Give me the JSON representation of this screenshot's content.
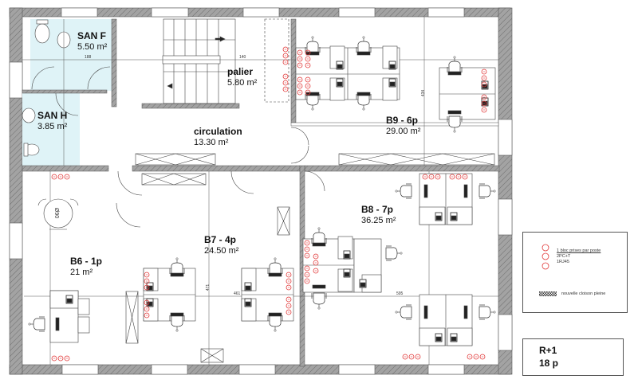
{
  "plan": {
    "floor_level": "R+1",
    "occupancy": "18 p",
    "colors": {
      "wall_fill": "#9a9a9a",
      "wall_hatch": "#6e6e6e",
      "sanitary_fill": "#dff3f7",
      "outlet_red": "#e23b3b",
      "line": "#333333"
    },
    "rooms": [
      {
        "id": "san-f",
        "name": "SAN F",
        "area": "5.50 m²"
      },
      {
        "id": "san-h",
        "name": "SAN H",
        "area": "3.85 m²"
      },
      {
        "id": "palier",
        "name": "palier",
        "area": "5.80 m²"
      },
      {
        "id": "circulation",
        "name": "circulation",
        "area": "13.30 m²"
      },
      {
        "id": "b9",
        "name": "B9 - 6p",
        "area": "29.00 m²"
      },
      {
        "id": "b6",
        "name": "B6 - 1p",
        "area": "21 m²"
      },
      {
        "id": "b7",
        "name": "B7 - 4p",
        "area": "24.50 m²"
      },
      {
        "id": "b8",
        "name": "B8 - 7p",
        "area": "36.25 m²"
      }
    ],
    "dimensions": {
      "san_f_width": "188",
      "palier_width": "140",
      "b7_width": "461",
      "b7_height": "471",
      "b8_width": "595",
      "b9_height": "434",
      "table_diameter": "Ø90"
    }
  },
  "legend": {
    "outlet_block": "1 bloc prises par poste",
    "outlet_pc": "2PC+T",
    "outlet_rj45": "1RJ45",
    "new_partition": "nouvelle cloison pleine"
  },
  "title_block": {
    "level": "R+1",
    "people": "18 p"
  }
}
